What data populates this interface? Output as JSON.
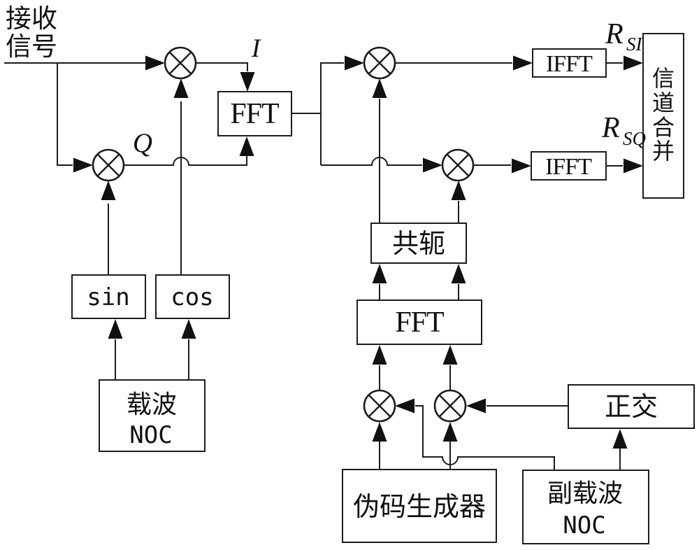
{
  "diagram": {
    "source_label": {
      "line1": "接收",
      "line2": "信号"
    },
    "signal_labels": {
      "i": "I",
      "q": "Q"
    },
    "output_labels": {
      "r_si": {
        "base": "R",
        "sub": "SI"
      },
      "r_sq": {
        "base": "R",
        "sub": "SQ"
      }
    },
    "blocks": {
      "fft1": "FFT",
      "ifft_i": "IFFT",
      "ifft_q": "IFFT",
      "channel_combine": {
        "text": "信道合并",
        "chars": [
          "信",
          "道",
          "合",
          "并"
        ]
      },
      "conjugate": "共轭",
      "fft2": "FFT",
      "sin": "sin",
      "cos": "cos",
      "carrier_noc": {
        "line1": "载波",
        "line2": "NOC"
      },
      "pn_generator": "伪码生成器",
      "subcarrier_noc": {
        "line1": "副载波",
        "line2": "NOC"
      },
      "orthogonal": "正交"
    },
    "multiplier_symbol": "⊗",
    "edges": [
      {
        "from": "receive-signal",
        "to": "mixer-i"
      },
      {
        "from": "receive-signal",
        "to": "mixer-q"
      },
      {
        "from": "cos",
        "to": "mixer-i"
      },
      {
        "from": "sin",
        "to": "mixer-q"
      },
      {
        "from": "carrier-noc",
        "to": "sin"
      },
      {
        "from": "carrier-noc",
        "to": "cos"
      },
      {
        "from": "mixer-i",
        "to": "fft1",
        "label": "I"
      },
      {
        "from": "mixer-q",
        "to": "fft1",
        "label": "Q"
      },
      {
        "from": "fft1",
        "to": "mixer-si"
      },
      {
        "from": "fft1",
        "to": "mixer-sq"
      },
      {
        "from": "conjugate",
        "to": "mixer-si"
      },
      {
        "from": "conjugate",
        "to": "mixer-sq"
      },
      {
        "from": "fft2",
        "to": "conjugate"
      },
      {
        "from": "mixer-code-i",
        "to": "fft2"
      },
      {
        "from": "mixer-code-q",
        "to": "fft2"
      },
      {
        "from": "pn-generator",
        "to": "mixer-code-i"
      },
      {
        "from": "pn-generator",
        "to": "mixer-code-q"
      },
      {
        "from": "subcarrier-noc",
        "to": "mixer-code-i"
      },
      {
        "from": "subcarrier-noc",
        "to": "orthogonal"
      },
      {
        "from": "orthogonal",
        "to": "mixer-code-q"
      },
      {
        "from": "mixer-si",
        "to": "ifft-i"
      },
      {
        "from": "mixer-sq",
        "to": "ifft-q"
      },
      {
        "from": "ifft-i",
        "to": "channel-combine",
        "label": "R_SI"
      },
      {
        "from": "ifft-q",
        "to": "channel-combine",
        "label": "R_SQ"
      }
    ]
  },
  "colors": {
    "background": "#ffffff",
    "line": "#1c1c1c",
    "block_fill": "#ffffff"
  }
}
